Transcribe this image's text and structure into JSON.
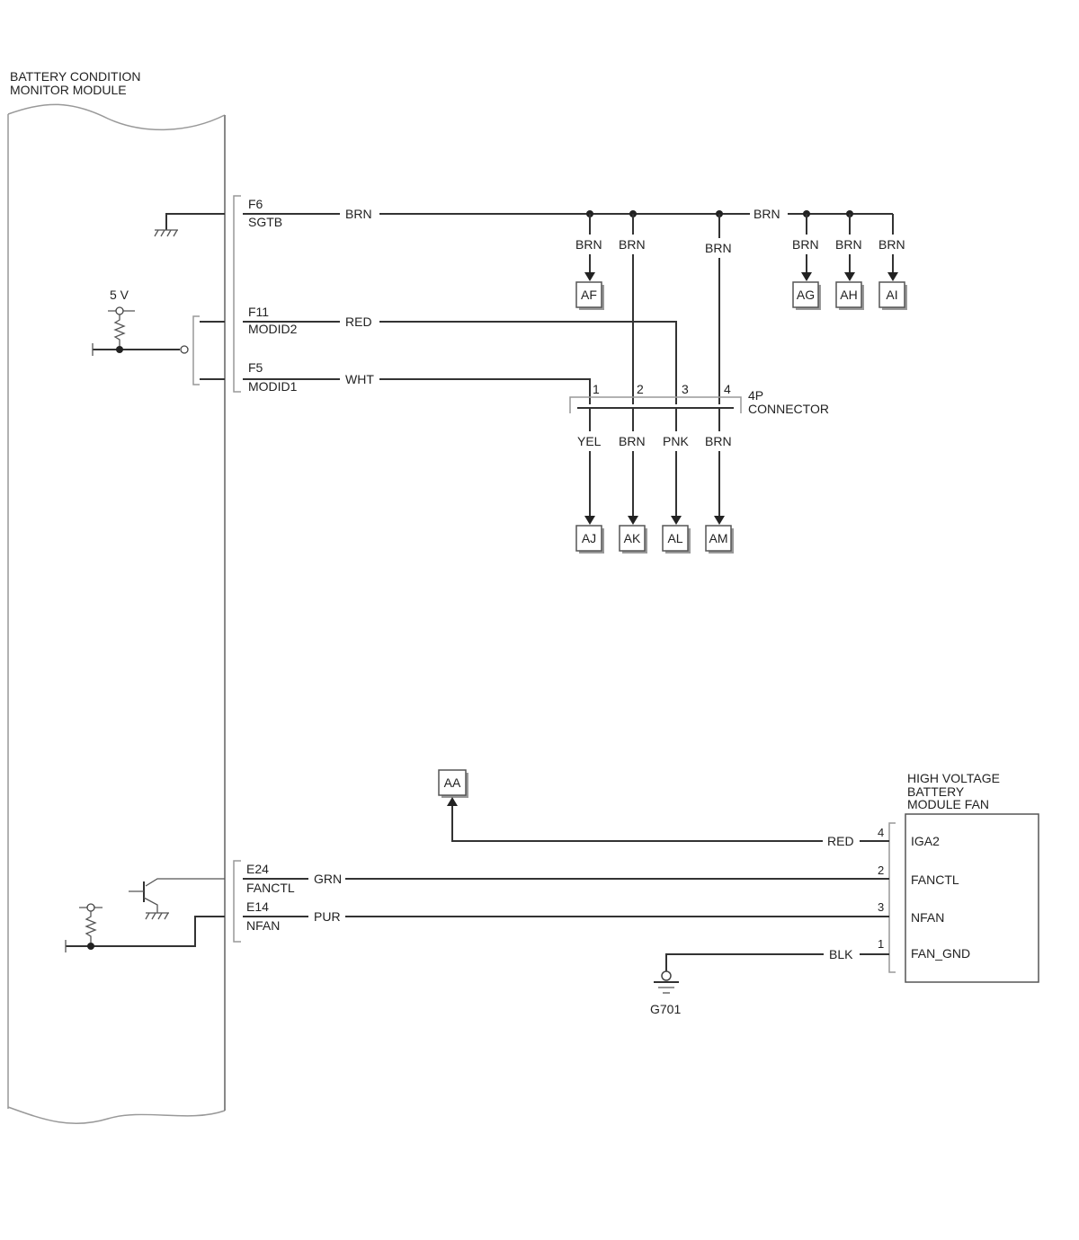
{
  "module": {
    "title_line1": "BATTERY CONDITION",
    "title_line2": "MONITOR MODULE"
  },
  "supply": {
    "label": "5 V"
  },
  "pins": {
    "f6": {
      "pin": "F6",
      "signal": "SGTB",
      "wire": "BRN"
    },
    "f11": {
      "pin": "F11",
      "signal": "MODID2",
      "wire": "RED"
    },
    "f5": {
      "pin": "F5",
      "signal": "MODID1",
      "wire": "WHT"
    },
    "e24": {
      "pin": "E24",
      "signal": "FANCTL",
      "wire": "GRN"
    },
    "e14": {
      "pin": "E14",
      "signal": "NFAN",
      "wire": "PUR"
    }
  },
  "sgtb_bus": {
    "wire_right": "BRN",
    "drops": [
      {
        "wire": "BRN",
        "ref": "AF"
      },
      {
        "wire": "BRN"
      },
      {
        "wire": "BRN"
      },
      {
        "wire": "BRN",
        "ref": "AG"
      },
      {
        "wire": "BRN",
        "ref": "AH"
      },
      {
        "wire": "BRN",
        "ref": "AI"
      }
    ]
  },
  "connector_4p": {
    "label_line1": "4P",
    "label_line2": "CONNECTOR",
    "pins": [
      "1",
      "2",
      "3",
      "4"
    ],
    "outputs": [
      {
        "wire": "YEL",
        "ref": "AJ"
      },
      {
        "wire": "BRN",
        "ref": "AK"
      },
      {
        "wire": "PNK",
        "ref": "AL"
      },
      {
        "wire": "BRN",
        "ref": "AM"
      }
    ]
  },
  "fan": {
    "title_line1": "HIGH VOLTAGE",
    "title_line2": "BATTERY",
    "title_line3": "MODULE FAN",
    "pins": [
      {
        "num": "4",
        "name": "IGA2",
        "wire": "RED"
      },
      {
        "num": "2",
        "name": "FANCTL"
      },
      {
        "num": "3",
        "name": "NFAN"
      },
      {
        "num": "1",
        "name": "FAN_GND",
        "wire": "BLK"
      }
    ],
    "iga2_ref": "AA"
  },
  "ground": {
    "label": "G701"
  }
}
